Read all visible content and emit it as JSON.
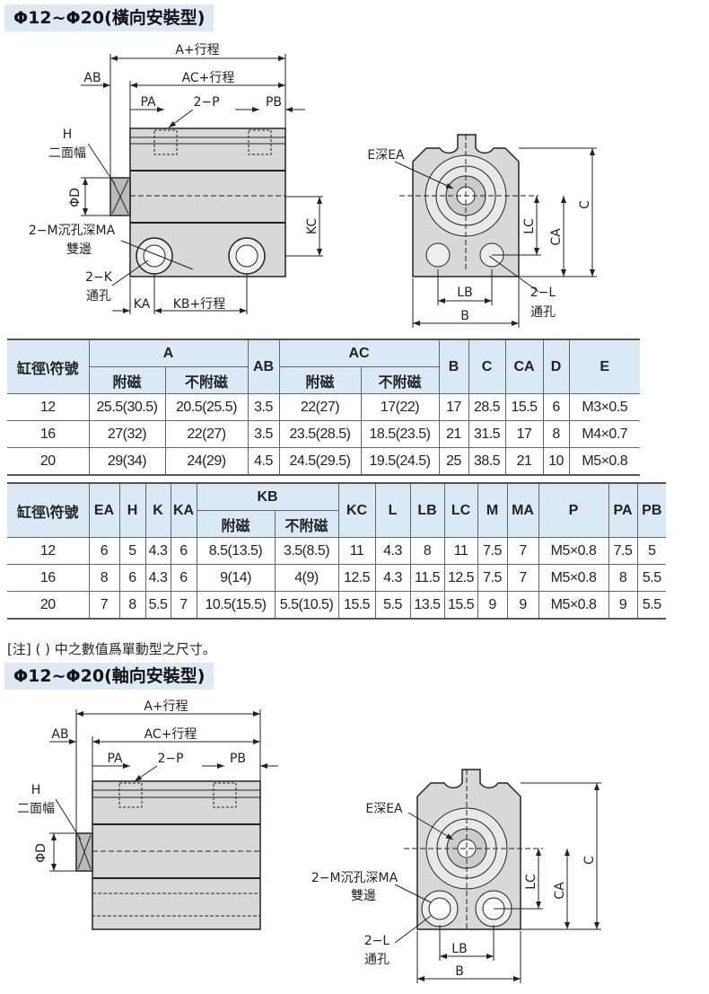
{
  "section1": {
    "title": "Φ12~Φ20(橫向安裝型)",
    "labels": {
      "a": "A+行程",
      "ac": "AC+行程",
      "ab": "AB",
      "pa": "PA",
      "p": "2−P",
      "pb": "PB",
      "h": "H",
      "h2": "二面幅",
      "d": "ΦD",
      "m": "2−M沉孔深MA",
      "m2": "雙邊",
      "k": "2−K",
      "k2": "通孔",
      "ka": "KA",
      "kb": "KB+行程",
      "kc": "KC",
      "e": "E深EA",
      "lc": "LC",
      "ca": "CA",
      "c": "C",
      "lb": "LB",
      "b": "B",
      "l": "2−L",
      "l2": "通孔"
    }
  },
  "table1": {
    "corner": "缸徑\\符號",
    "a": "A",
    "ab": "AB",
    "ac": "AC",
    "b": "B",
    "c": "C",
    "ca": "CA",
    "d": "D",
    "e": "E",
    "mag": "附磁",
    "nomag": "不附磁",
    "rows": [
      [
        "12",
        "25.5(30.5)",
        "20.5(25.5)",
        "3.5",
        "22(27)",
        "17(22)",
        "17",
        "28.5",
        "15.5",
        "6",
        "M3×0.5"
      ],
      [
        "16",
        "27(32)",
        "22(27)",
        "3.5",
        "23.5(28.5)",
        "18.5(23.5)",
        "21",
        "31.5",
        "17",
        "8",
        "M4×0.7"
      ],
      [
        "20",
        "29(34)",
        "24(29)",
        "4.5",
        "24.5(29.5)",
        "19.5(24.5)",
        "25",
        "38.5",
        "21",
        "10",
        "M5×0.8"
      ]
    ]
  },
  "table2": {
    "corner": "缸徑\\符號",
    "ea": "EA",
    "h": "H",
    "k": "K",
    "ka": "KA",
    "kb": "KB",
    "kc": "KC",
    "l": "L",
    "lb": "LB",
    "lc": "LC",
    "m": "M",
    "ma": "MA",
    "p": "P",
    "pa": "PA",
    "pb": "PB",
    "mag": "附磁",
    "nomag": "不附磁",
    "rows": [
      [
        "12",
        "6",
        "5",
        "4.3",
        "6",
        "8.5(13.5)",
        "3.5(8.5)",
        "11",
        "4.3",
        "8",
        "11",
        "7.5",
        "7",
        "M5×0.8",
        "7.5",
        "5"
      ],
      [
        "16",
        "8",
        "6",
        "4.3",
        "6",
        "9(14)",
        "4(9)",
        "12.5",
        "4.3",
        "11.5",
        "12.5",
        "7.5",
        "7",
        "M5×0.8",
        "8",
        "5.5"
      ],
      [
        "20",
        "7",
        "8",
        "5.5",
        "7",
        "10.5(15.5)",
        "5.5(10.5)",
        "15.5",
        "5.5",
        "13.5",
        "15.5",
        "9",
        "9",
        "M5×0.8",
        "9",
        "5.5"
      ]
    ]
  },
  "note": "[注] ( ) 中之數值爲單動型之尺寸。",
  "section2": {
    "title": "Φ12~Φ20(軸向安裝型)",
    "labels": {
      "a": "A+行程",
      "ac": "AC+行程",
      "ab": "AB",
      "pa": "PA",
      "p": "2−P",
      "pb": "PB",
      "h": "H",
      "h2": "二面幅",
      "d": "ΦD",
      "e": "E深EA",
      "m": "2−M沉孔深MA",
      "m2": "雙邊",
      "l": "2−L",
      "l2": "通孔",
      "lb": "LB",
      "b": "B",
      "lc": "LC",
      "ca": "CA",
      "c": "C"
    }
  }
}
